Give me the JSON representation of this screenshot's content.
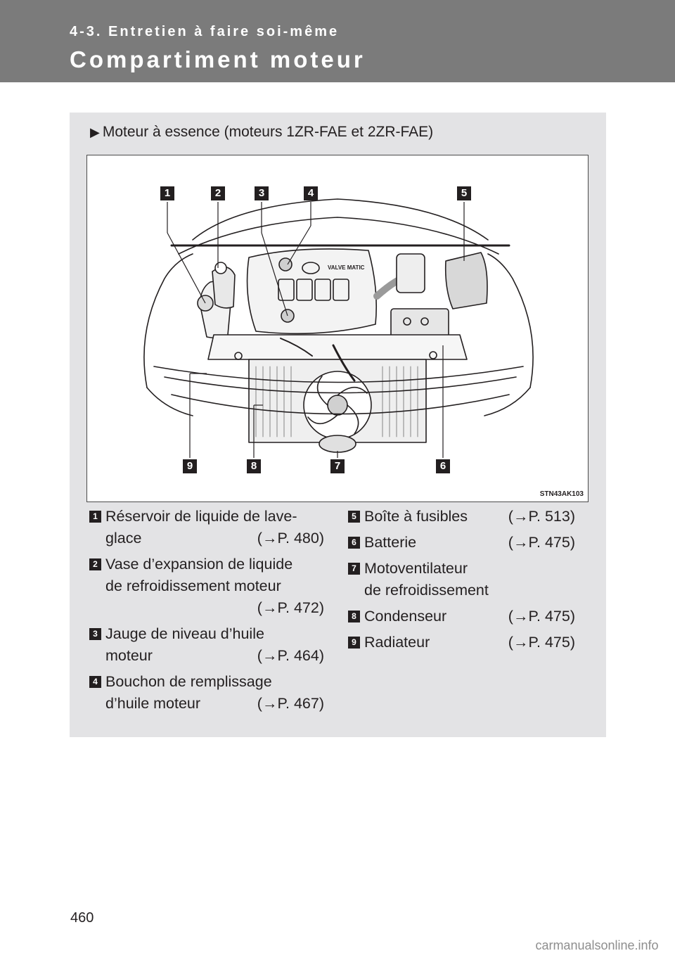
{
  "header": {
    "section": "4-3. Entretien à faire soi-même",
    "title": "Compartiment moteur"
  },
  "engine_label": "Moteur à essence (moteurs 1ZR-FAE et 2ZR-FAE)",
  "figure": {
    "code": "STN43AK103",
    "cover_text": "VALVE MATIC",
    "callouts": [
      "1",
      "2",
      "3",
      "4",
      "5",
      "6",
      "7",
      "8",
      "9"
    ]
  },
  "legend": [
    {
      "n": "1",
      "lines": [
        {
          "t": "Réservoir de liquide de lave-",
          "r": ""
        },
        {
          "t": "glace",
          "r": "(→P. 480)"
        }
      ]
    },
    {
      "n": "2",
      "lines": [
        {
          "t": "Vase d’expansion de liquide",
          "r": ""
        },
        {
          "t": "de refroidissement moteur",
          "r": ""
        },
        {
          "t": "",
          "r": "(→P. 472)"
        }
      ]
    },
    {
      "n": "3",
      "lines": [
        {
          "t": "Jauge de niveau d’huile",
          "r": ""
        },
        {
          "t": "moteur",
          "r": "(→P. 464)"
        }
      ]
    },
    {
      "n": "4",
      "lines": [
        {
          "t": "Bouchon de remplissage",
          "r": ""
        },
        {
          "t": "d’huile moteur",
          "r": "(→P. 467)"
        }
      ]
    },
    {
      "n": "5",
      "lines": [
        {
          "t": "Boîte à fusibles",
          "r": "(→P. 513)"
        }
      ]
    },
    {
      "n": "6",
      "lines": [
        {
          "t": "Batterie",
          "r": "(→P. 475)"
        }
      ]
    },
    {
      "n": "7",
      "lines": [
        {
          "t": "Motoventilateur",
          "r": ""
        },
        {
          "t": "de refroidissement",
          "r": ""
        }
      ]
    },
    {
      "n": "8",
      "lines": [
        {
          "t": "Condenseur",
          "r": "(→P. 475)"
        }
      ]
    },
    {
      "n": "9",
      "lines": [
        {
          "t": "Radiateur",
          "r": "(→P. 475)"
        }
      ]
    }
  ],
  "page_number": "460",
  "watermark": "carmanualsonline.info"
}
